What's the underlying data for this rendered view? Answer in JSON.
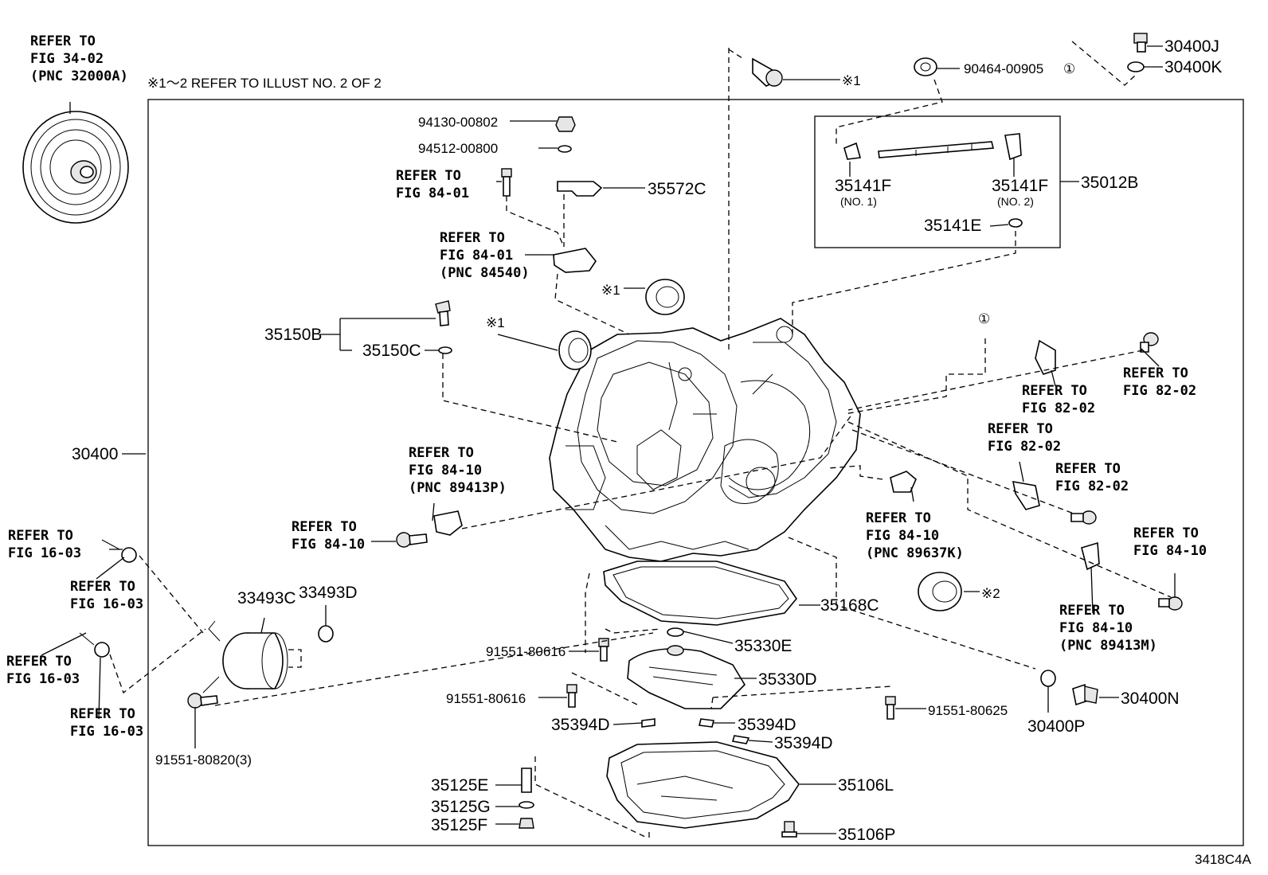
{
  "header_note": "※1～2 REFER TO ILLUST NO. 2 OF 2",
  "illustration_code": "3418C4A",
  "refs": {
    "r_torque": [
      "REFER TO",
      "FIG 34-02",
      "(PNC 32000A)"
    ],
    "r_8401": [
      "REFER TO",
      "FIG 84-01"
    ],
    "r_84540": [
      "REFER TO",
      "FIG 84-01",
      "(PNC 84540)"
    ],
    "r_89413P": [
      "REFER TO",
      "FIG 84-10",
      "(PNC 89413P)"
    ],
    "r_8410_left": [
      "REFER TO",
      "FIG 84-10"
    ],
    "r_1603_a": [
      "REFER TO",
      "FIG 16-03"
    ],
    "r_1603_b": [
      "REFER TO",
      "FIG 16-03"
    ],
    "r_1603_c": [
      "REFER TO",
      "FIG 16-03"
    ],
    "r_1603_d": [
      "REFER TO",
      "FIG 16-03"
    ],
    "r_8202_a": [
      "REFER TO",
      "FIG 82-02"
    ],
    "r_8202_b": [
      "REFER TO",
      "FIG 82-02"
    ],
    "r_8202_c": [
      "REFER TO",
      "FIG 82-02"
    ],
    "r_8202_d": [
      "REFER TO",
      "FIG 82-02"
    ],
    "r_89637K": [
      "REFER TO",
      "FIG 84-10",
      "(PNC 89637K)"
    ],
    "r_8410_right": [
      "REFER TO",
      "FIG 84-10"
    ],
    "r_89413M": [
      "REFER TO",
      "FIG 84-10",
      "(PNC 89413M)"
    ]
  },
  "parts": {
    "p30400": "30400",
    "p30400J": "30400J",
    "p30400K": "30400K",
    "p30400N": "30400N",
    "p30400P": "30400P",
    "p94130": "94130-00802",
    "p94512": "94512-00800",
    "p35572C": "35572C",
    "p35150B": "35150B",
    "p35150C": "35150C",
    "p90464": "90464-00905",
    "p35141F_1": "35141F",
    "p35141F_2": "35141F",
    "p35141F_1_sub": "(NO. 1)",
    "p35141F_2_sub": "(NO. 2)",
    "p35012B": "35012B",
    "p35141E": "35141E",
    "p33493C": "33493C",
    "p33493D": "33493D",
    "p35168C": "35168C",
    "p35330E": "35330E",
    "p35330D": "35330D",
    "p91551_80616a": "91551-80616",
    "p91551_80616b": "91551-80616",
    "p91551_80625": "91551-80625",
    "p91551_80820": "91551-80820(3)",
    "p35394D_a": "35394D",
    "p35394D_b": "35394D",
    "p35394D_c": "35394D",
    "p35125E": "35125E",
    "p35125G": "35125G",
    "p35125F": "35125F",
    "p35106L": "35106L",
    "p35106P": "35106P"
  },
  "marks": {
    "star1_a": "※1",
    "star1_b": "※1",
    "star1_c": "※1",
    "star2": "※2",
    "circ1_a": "①",
    "circ1_b": "①"
  }
}
